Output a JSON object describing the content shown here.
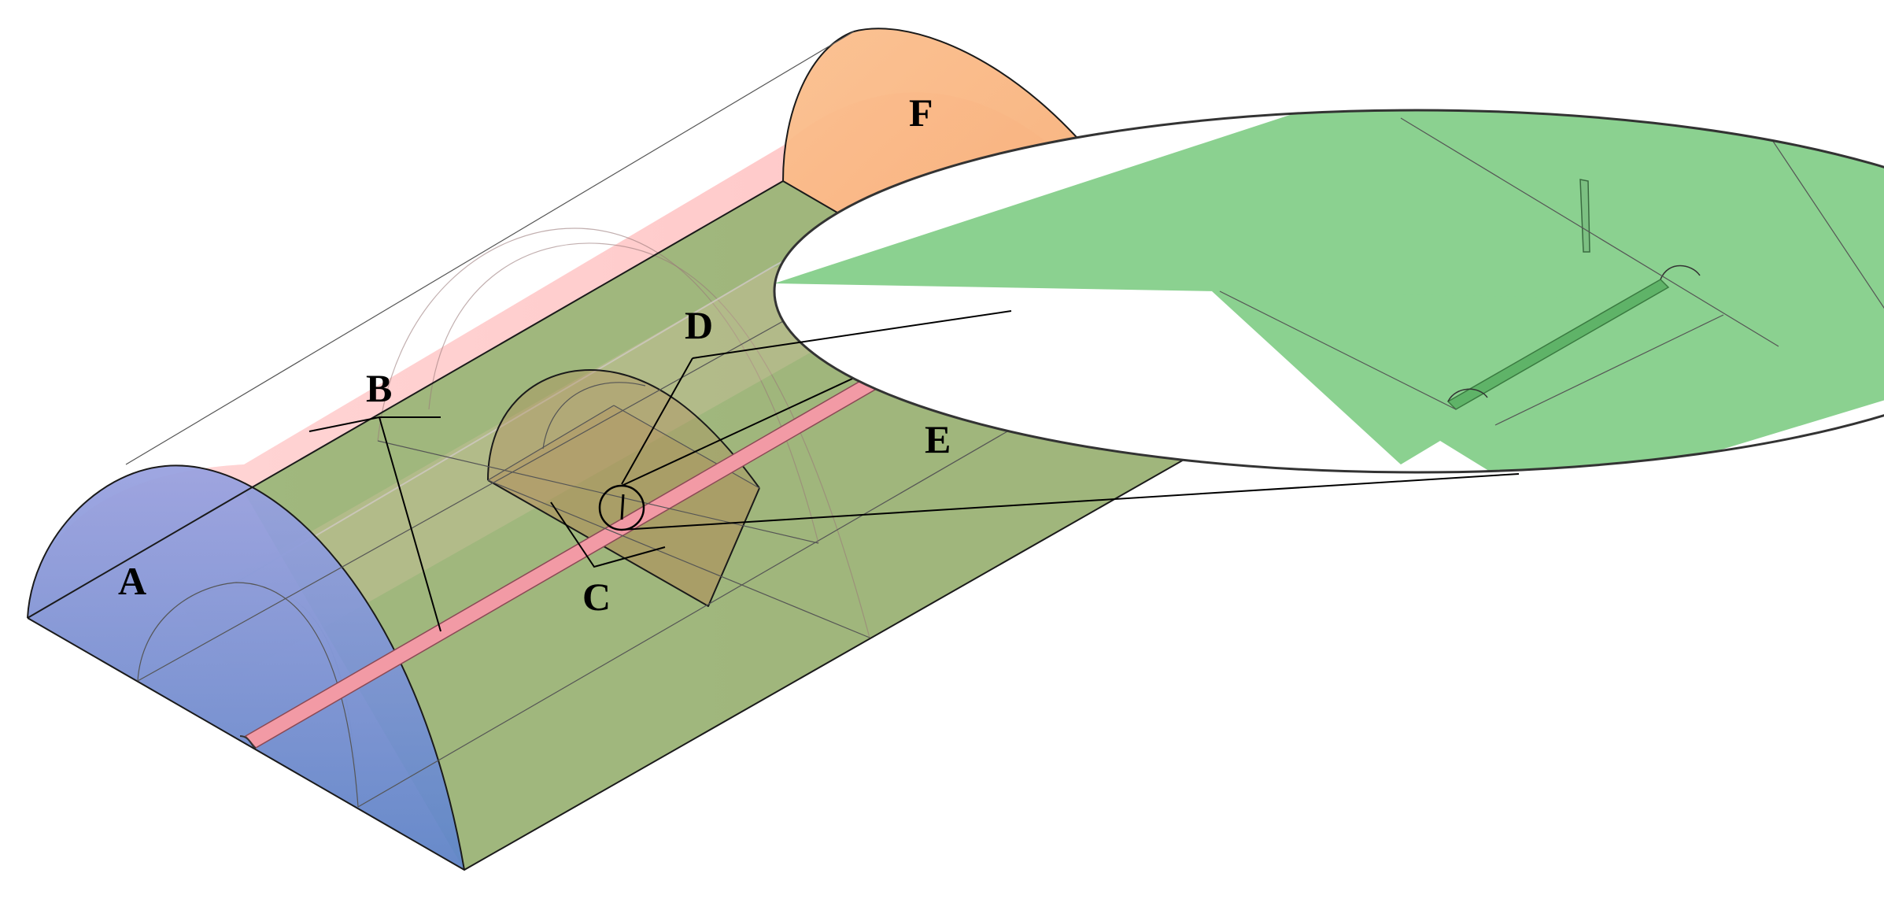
{
  "labels": {
    "A": "A",
    "B": "B",
    "C": "C",
    "D": "D",
    "E": "E",
    "F": "F"
  },
  "colors": {
    "inlet_face": "#7f8fd9",
    "outer_dome": "#ffb3b3",
    "ground_plane": "#8fb36f",
    "outlet_face": "#f7a66b",
    "slot": "#f29aa5",
    "refinement_box": "#b08a55",
    "zoom_fill": "#8bd190"
  }
}
